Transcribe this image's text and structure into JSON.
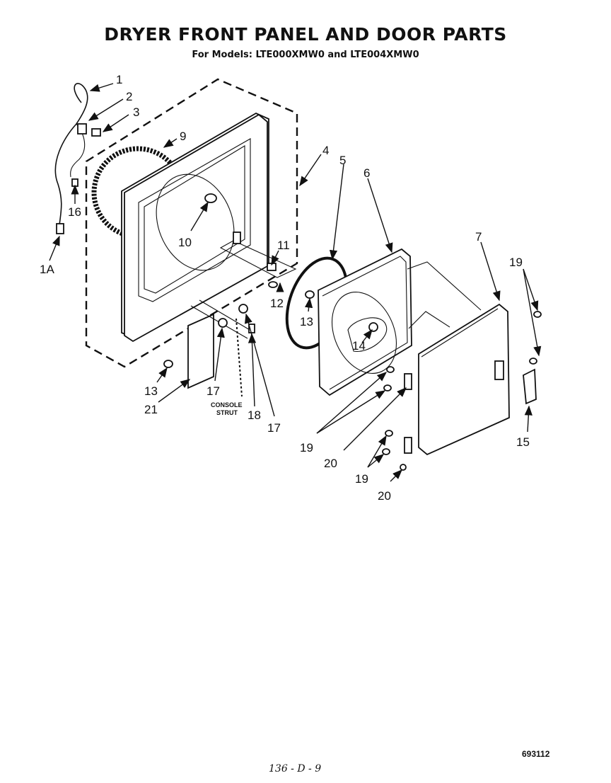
{
  "header": {
    "title": "DRYER FRONT PANEL AND DOOR PARTS",
    "subtitle": "For Models: LTE000XMW0 and LTE004XMW0"
  },
  "labels": {
    "p1": "1",
    "p1a": "1A",
    "p2": "2",
    "p3": "3",
    "p4": "4",
    "p5": "5",
    "p6": "6",
    "p7": "7",
    "p9": "9",
    "p10": "10",
    "p11": "11",
    "p12": "12",
    "p13a": "13",
    "p13b": "13",
    "p14": "14",
    "p15": "15",
    "p16": "16",
    "p17a": "17",
    "p17b": "17",
    "p18": "18",
    "p19a": "19",
    "p19b": "19",
    "p19c": "19",
    "p20a": "20",
    "p20b": "20",
    "p21": "21",
    "console1": "CONSOLE",
    "console2": "STRUT"
  },
  "footer": {
    "doc_number": "693112",
    "handwritten": "136 - D - 9"
  }
}
